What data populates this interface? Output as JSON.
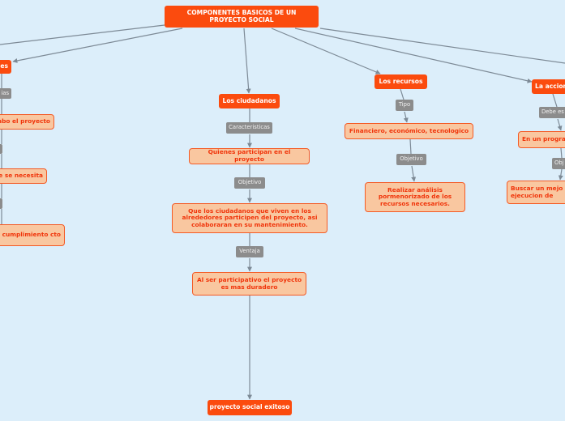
{
  "title": "COMPONENTES BASICOS DE UN PROYECTO SOCIAL",
  "left_branch": {
    "main": "es",
    "conn1": "ias",
    "sub1": "abo el proyecto",
    "sub2": "e se necesita",
    "sub3": "del cumplimiento cto"
  },
  "ciudadanos": {
    "main": "Los ciudadanos",
    "conn1": "Caracteristicas",
    "sub1": "Quienes participan en el proyecto",
    "conn2": "Objetivo",
    "sub2": "Que los ciudadanos  que viven en los alrededores participen del proyecto, asi colaboraran en su mantenimiento.",
    "conn3": "Ventaja",
    "sub3": "Al ser participativo el proyecto es   mas duradero",
    "final": "proyecto social exitoso"
  },
  "recursos": {
    "main": "Los recursos",
    "conn1": "Tipo",
    "sub1": "Financiero,  económico,  tecnologico",
    "conn2": "Objetivo",
    "sub2": "Realizar análisis pormenorizado de  los recursos necesarios."
  },
  "accion": {
    "main": "La accion",
    "conn1": "Debe es",
    "sub1": "En un progra",
    "conn2": "Obj",
    "sub2": "Buscar  un  mejo ejecucion de"
  },
  "colors": {
    "background": "#dceefa",
    "main_node": "#fb4b0e",
    "sub_node_fill": "#f9c7a0",
    "sub_node_text": "#f0340a",
    "connector_label": "#8c8c8c",
    "edge": "#7d8a96"
  }
}
